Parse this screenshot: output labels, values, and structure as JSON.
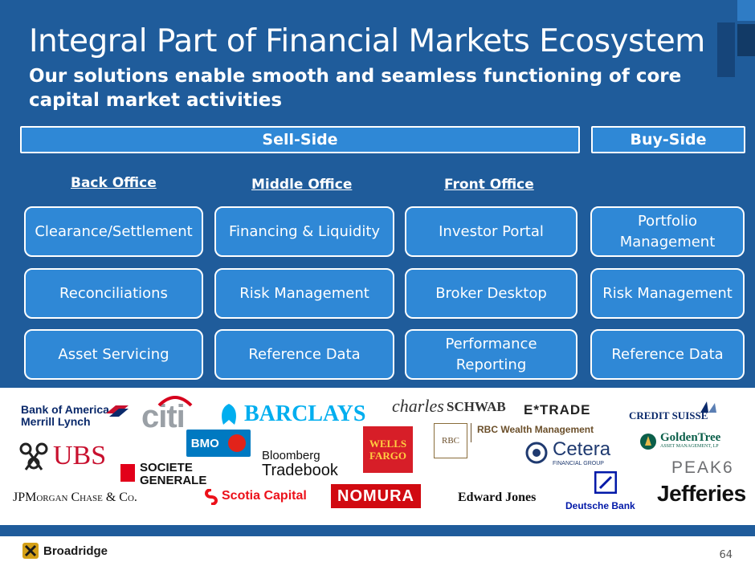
{
  "header": {
    "title": "Integral Part of Financial Markets Ecosystem",
    "subtitle": "Our solutions enable smooth and seamless functioning of core capital market activities"
  },
  "bands": {
    "sell_side": "Sell-Side",
    "buy_side": "Buy-Side"
  },
  "columns": {
    "back_office": {
      "heading": "Back Office",
      "items": [
        "Clearance/Settlement",
        "Reconciliations",
        "Asset Servicing"
      ]
    },
    "middle_office": {
      "heading": "Middle Office",
      "items": [
        "Financing & Liquidity",
        "Risk Management",
        "Reference Data"
      ]
    },
    "front_office": {
      "heading": "Front Office",
      "items": [
        "Investor Portal",
        "Broker Desktop",
        "Performance Reporting"
      ]
    },
    "buy_side": {
      "items": [
        "Portfolio Management",
        "Risk Management",
        "Reference Data"
      ]
    }
  },
  "client_logos": {
    "bofa_line1": "Bank of America",
    "bofa_line2": "Merrill Lynch",
    "citi": "citi",
    "barclays": "BARCLAYS",
    "schwab_script": "charles",
    "schwab": "SCHWAB",
    "etrade": "E*TRADE",
    "credit_suisse": "CREDIT SUISSE",
    "ubs": "UBS",
    "bmo": "BMO",
    "bloomberg": "Bloomberg",
    "tradebook": "Tradebook",
    "wells_line1": "WELLS",
    "wells_line2": "FARGO",
    "rbc": "RBC",
    "rbc_wealth": "RBC Wealth Management",
    "cetera": "Cetera",
    "cetera_sub": "FINANCIAL GROUP",
    "goldentree": "GoldenTree",
    "goldentree_sub": "ASSET MANAGEMENT, LP",
    "peak6": "PEAK6",
    "societe_line1": "SOCIETE",
    "societe_line2": "GENERALE",
    "jpmorgan": "JPMorgan Chase & Co.",
    "scotia": "Scotia Capital",
    "nomura": "NOMURA",
    "edward_jones": "Edward Jones",
    "deutsche": "Deutsche Bank",
    "jefferies": "Jefferies"
  },
  "footer": {
    "brand": "Broadridge",
    "page_number": "64"
  },
  "colors": {
    "slide_blue": "#1f5c9b",
    "box_blue": "#2f88d6"
  }
}
